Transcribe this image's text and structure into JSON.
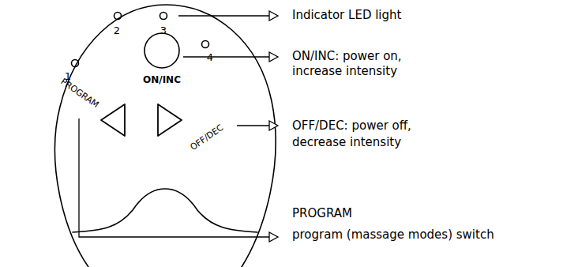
{
  "diagram": {
    "labels": [
      "1",
      "2",
      "3",
      "4",
      "ON/INC",
      "PROGRAM",
      "OFF/DEC",
      "Indicator LED light",
      "ON/INC: power on, increase intensity",
      "OFF/DEC: power off, decrease intensity",
      "PROGRAM",
      "program (massage modes) switch"
    ]
  }
}
